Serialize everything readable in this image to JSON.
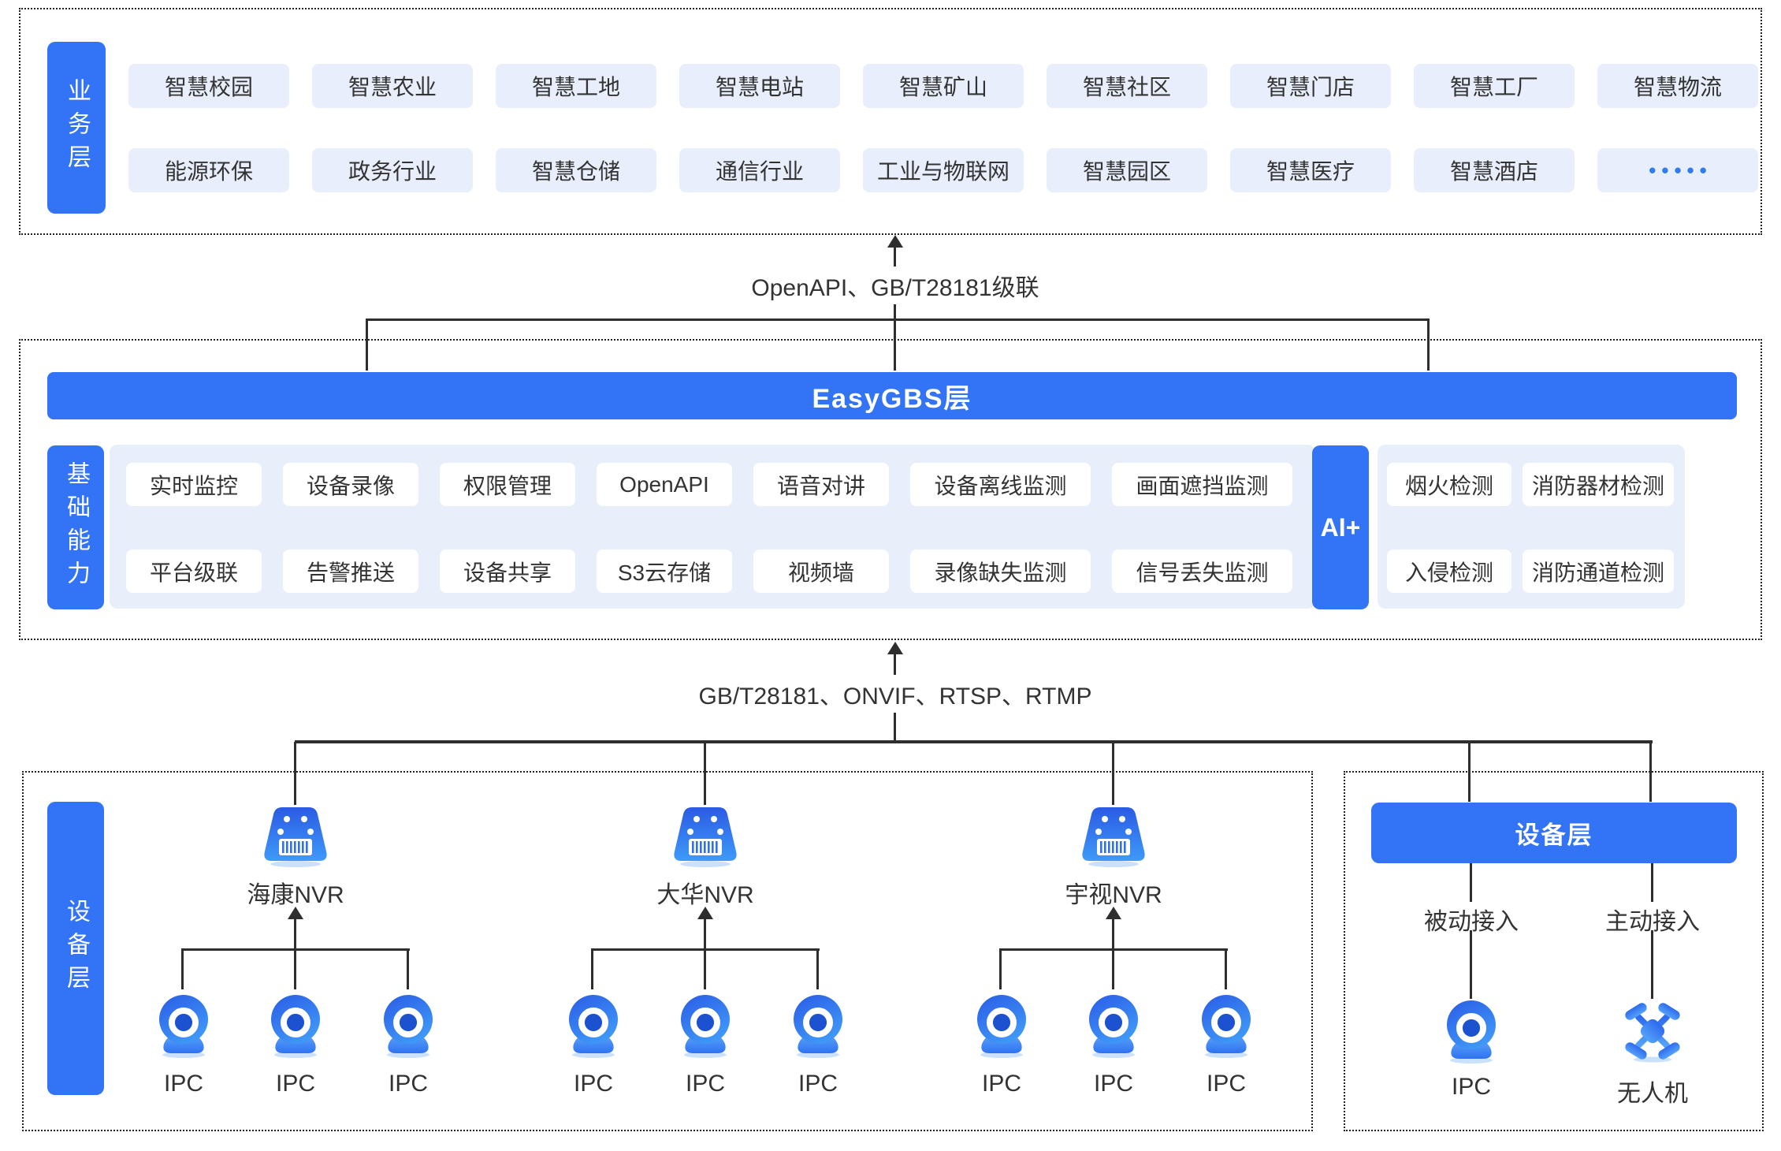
{
  "colors": {
    "accent": "#3373F5",
    "chip": "#E8EEFC",
    "panel": "#E9EEFB",
    "line": "#2E2E2E",
    "text": "#333333",
    "dots": "#2E7CF2"
  },
  "connectors": {
    "top": "OpenAPI、GB/T28181级联",
    "bottom": "GB/T28181、ONVIF、RTSP、RTMP"
  },
  "business": {
    "label": "业务层",
    "row1": [
      "智慧校园",
      "智慧农业",
      "智慧工地",
      "智慧电站",
      "智慧矿山",
      "智慧社区",
      "智慧门店",
      "智慧工厂",
      "智慧物流"
    ],
    "row2": [
      "能源环保",
      "政务行业",
      "智慧仓储",
      "通信行业",
      "工业与物联网",
      "智慧园区",
      "智慧医疗",
      "智慧酒店",
      "•••••"
    ]
  },
  "easygbs": {
    "title": "EasyGBS层",
    "label": "基础能力",
    "row1": [
      "实时监控",
      "设备录像",
      "权限管理",
      "OpenAPI",
      "语音对讲",
      "设备离线监测",
      "画面遮挡监测"
    ],
    "row2": [
      "平台级联",
      "告警推送",
      "设备共享",
      "S3云存储",
      "视频墙",
      "录像缺失监测",
      "信号丢失监测"
    ],
    "ai_label": "AI+",
    "ai_row1": [
      "烟火检测",
      "消防器材检测"
    ],
    "ai_row2": [
      "入侵检测",
      "消防通道检测"
    ]
  },
  "device": {
    "label": "设备层",
    "clusters": [
      {
        "name": "海康NVR",
        "ipcs": [
          "IPC",
          "IPC",
          "IPC"
        ]
      },
      {
        "name": "大华NVR",
        "ipcs": [
          "IPC",
          "IPC",
          "IPC"
        ]
      },
      {
        "name": "宇视NVR",
        "ipcs": [
          "IPC",
          "IPC",
          "IPC"
        ]
      }
    ],
    "right": {
      "title": "设备层",
      "columns": [
        {
          "mode": "被动接入",
          "device": "IPC"
        },
        {
          "mode": "主动接入",
          "device": "无人机"
        }
      ]
    }
  },
  "icons": {
    "nvr": "nvr-recorder-icon",
    "ipc": "ipc-camera-icon",
    "drone": "drone-icon",
    "dots": "ellipsis-dots-icon",
    "arrow": "arrow-up-icon"
  }
}
